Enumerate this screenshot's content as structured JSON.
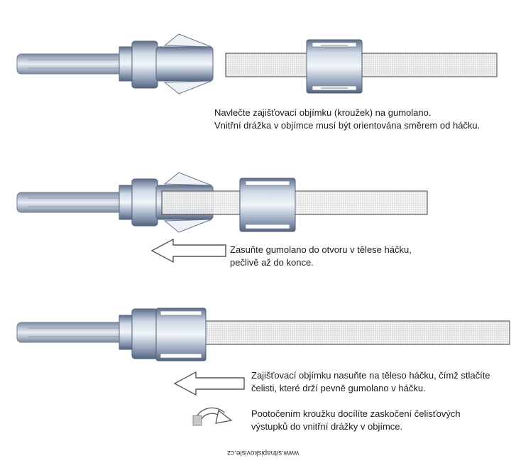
{
  "steps": [
    {
      "lines": [
        "Navlečte zajišťovací objímku (kroužek) na gumolano.",
        "Vnitřní drážka v objímce musí být orientována směrem od háčku."
      ]
    },
    {
      "lines": [
        "Zasuňte gumolano do otvoru v tělese háčku,",
        "pečlivě až do konce."
      ]
    },
    {
      "lines": [
        "Zajišťovací objímku nasuňte na těleso háčku, čímž stlačíte",
        "čelisti, které drží pevně gumolano v háčku."
      ]
    },
    {
      "lines": [
        "Pootočením kroužku docílíte zaskočení čelisťových",
        "výstupků do vnitřní drážky v objímce."
      ]
    }
  ],
  "watermark": "www.sitnapiskovisle.cz",
  "icons": [
    "hook-connector-icon",
    "locking-ring-icon",
    "rubber-cord-icon",
    "arrow-left-icon",
    "rotate-arrow-icon"
  ],
  "colors": {
    "metal_dark": "#6f7f99",
    "metal_light": "#e4ebf4",
    "cord_stroke": "#444444",
    "arrow_stroke": "#555555"
  }
}
